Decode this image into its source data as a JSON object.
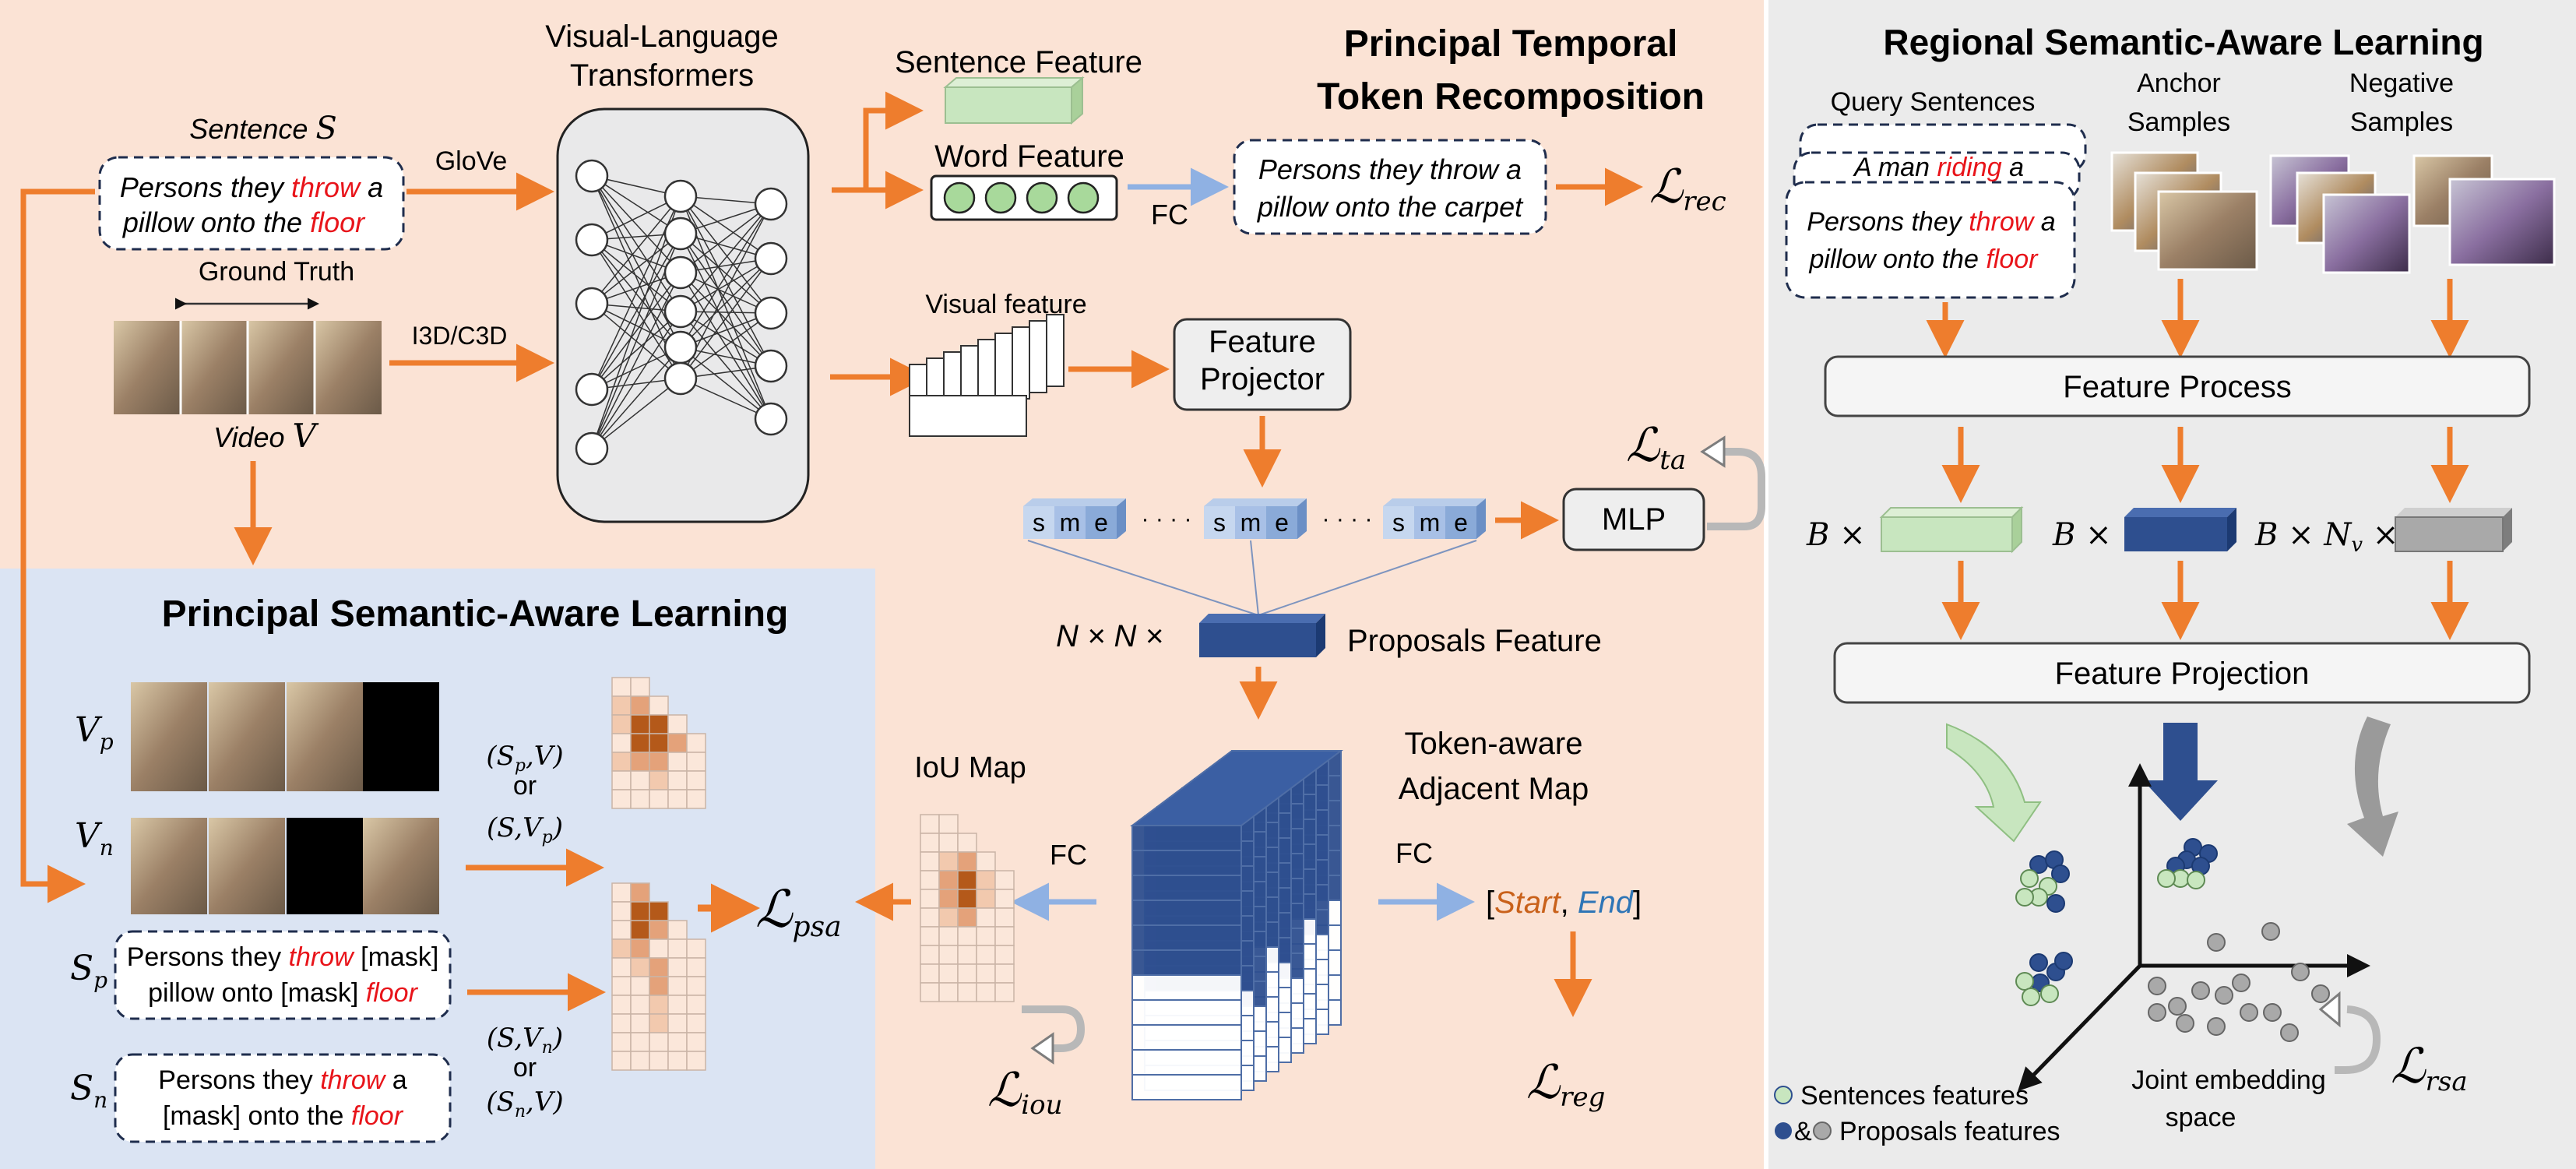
{
  "colors": {
    "orange_arrow": "#ee7d2d",
    "blue_arrow": "#8fb1e3",
    "red_text": "#e8141a",
    "orange_text": "#c9611a",
    "blue_text": "#2e75b6",
    "panel_top": "#fbe3d5",
    "panel_bottom": "#dbe4f3",
    "panel_right": "#ebebeb",
    "navy": "#2e4f8f",
    "green_feature": "#c8e6bf",
    "gray_feature": "#a9a9a9"
  },
  "sections": {
    "ptr_title_1": "Principal Temporal",
    "ptr_title_2": "Token Recomposition",
    "psa_title": "Principal Semantic-Aware Learning",
    "rsa_title": "Regional Semantic-Aware Learning"
  },
  "left": {
    "sentence_label": "Sentence ",
    "sentence_symbol": "S",
    "sentence_text": [
      "Persons they ",
      "throw",
      " a",
      "pillow onto the ",
      "floor"
    ],
    "glove": "GloVe",
    "ground_truth": "Ground Truth",
    "i3d": "I3D/C3D",
    "video_label": "Video ",
    "video_symbol": "V"
  },
  "center": {
    "vlt_title_1": "Visual-Language",
    "vlt_title_2": "Transformers",
    "sentence_feature": "Sentence Feature",
    "word_feature": "Word Feature",
    "fc": "FC",
    "recon_text_1": "Persons they throw a",
    "recon_text_2": "pillow onto the carpet",
    "loss_rec": "ℒ",
    "loss_rec_sub": "rec",
    "visual_feature": "Visual feature",
    "projector_1": "Feature",
    "projector_2": "Projector",
    "token_s": "s",
    "token_m": "m",
    "token_e": "e",
    "dots": "· · · ·",
    "mlp": "MLP",
    "loss_ta": "ℒ",
    "loss_ta_sub": "ta",
    "nxn": "N × N ×",
    "proposals_feature": "Proposals Feature",
    "adjacent_1": "Token-aware",
    "adjacent_2": "Adjacent Map",
    "iou_map": "IoU Map",
    "fc_left": "FC",
    "fc_right": "FC",
    "start": "Start",
    "end": "End",
    "loss_iou": "ℒ",
    "loss_iou_sub": "iou",
    "loss_reg": "ℒ",
    "loss_reg_sub": "reg"
  },
  "psa": {
    "vp": "V",
    "vp_sub": "p",
    "vn": "V",
    "vn_sub": "n",
    "sp": "S",
    "sp_sub": "p",
    "sn": "S",
    "sn_sub": "n",
    "pair1a": "(S",
    "pair1a_sub": "p",
    "pair1a_end": ",V)",
    "or1": "or",
    "pair1b": "(S,V",
    "pair1b_sub": "p",
    "pair1b_end": ")",
    "pair2a": "(S,V",
    "pair2a_sub": "n",
    "pair2a_end": ")",
    "or2": "or",
    "pair2b": "(S",
    "pair2b_sub": "n",
    "pair2b_end": ",V)",
    "sp_text": [
      "Persons they ",
      "throw",
      " [mask]",
      "pillow onto [mask] ",
      "floor"
    ],
    "sn_text": [
      "Persons they ",
      "throw",
      " a",
      "[mask] onto the ",
      "floor"
    ],
    "loss_psa": "ℒ",
    "loss_psa_sub": "psa"
  },
  "rsa": {
    "query_sentences": "Query Sentences",
    "anchor_1": "Anchor",
    "anchor_2": "Samples",
    "negative_1": "Negative",
    "negative_2": "Samples",
    "q_back": [
      "A man ",
      "riding",
      " a"
    ],
    "q_front": [
      "Persons they ",
      "throw",
      " a",
      "pillow onto the ",
      "floor"
    ],
    "feature_process": "Feature Process",
    "b1": "B ×",
    "b2": "B ×",
    "b3": "B × N",
    "b3_sub": "v",
    "b3_end": " ×",
    "feature_projection": "Feature Projection",
    "legend_sentences": "Sentences features",
    "legend_amp": "&",
    "legend_proposals": "Proposals features",
    "joint_1": "Joint embedding",
    "joint_2": "space",
    "loss_rsa": "ℒ",
    "loss_rsa_sub": "rsa"
  }
}
